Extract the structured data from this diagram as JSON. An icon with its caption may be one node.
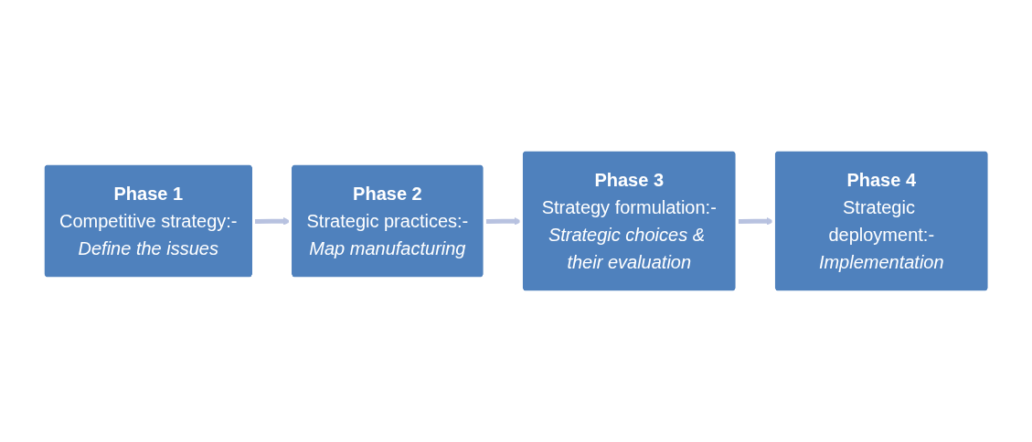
{
  "diagram": {
    "nodes": [
      {
        "text": [
          "Phase 1",
          "Competitive strategy:-",
          "Define the issues"
        ]
      },
      {
        "text": [
          "Phase 2",
          "Strategic practices:-",
          "Map manufacturing"
        ]
      },
      {
        "text": [
          "Phase 3",
          "Strategy formulation:-",
          "Strategic choices & their evaluation"
        ]
      },
      {
        "text": [
          "Phase 4",
          "Strategic deployment:-",
          "Implementation"
        ]
      }
    ],
    "edges": [
      {
        "from": 0,
        "to": 1,
        "arrow": "to"
      },
      {
        "from": 1,
        "to": 2,
        "arrow": "to"
      },
      {
        "from": 2,
        "to": 3,
        "arrow": "to"
      }
    ]
  }
}
